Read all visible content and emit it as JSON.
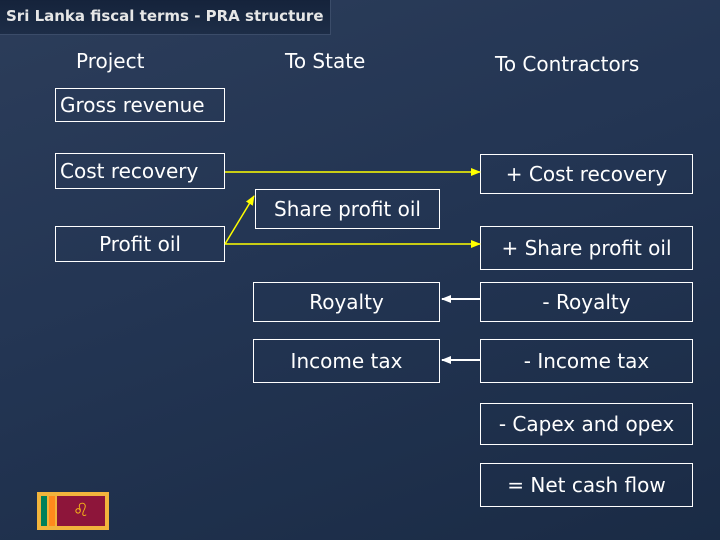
{
  "title": "Sri Lanka fiscal terms - PRA structure",
  "headers": {
    "project": "Project",
    "state": "To State",
    "contractors": "To Contractors"
  },
  "project": {
    "gross_revenue": "Gross revenue",
    "cost_recovery": "Cost recovery",
    "profit_oil": "Profit oil"
  },
  "state": {
    "share_profit_oil": "Share profit oil",
    "royalty": "Royalty",
    "income_tax": "Income tax"
  },
  "contractors": {
    "cost_recovery": "+ Cost recovery",
    "share_profit_oil": "+ Share profit oil",
    "royalty": "- Royalty",
    "income_tax": "- Income tax",
    "capex_opex": "- Capex and opex",
    "net_cash_flow": "= Net cash flow"
  },
  "flag": {
    "icon": "sri-lanka-flag-icon",
    "lion_glyph": "♌"
  },
  "colors": {
    "arrow": "#ffff00",
    "arrow_white": "#ffffff",
    "background": "#233553"
  }
}
